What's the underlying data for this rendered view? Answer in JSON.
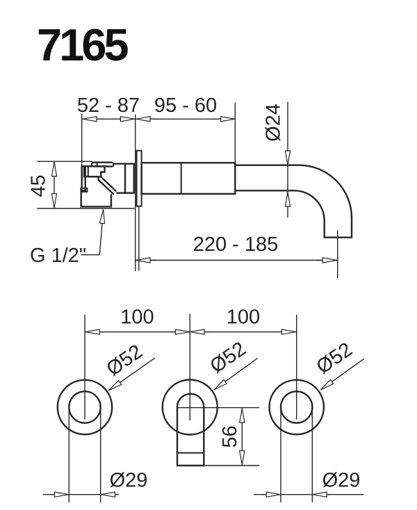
{
  "title": "7165",
  "side_view": {
    "dims": {
      "offset_left": "52 - 87",
      "offset_right": "95 - 60",
      "spout_diameter": "Ø24",
      "body_height": "45",
      "spout_reach": "220 - 185",
      "thread": "G 1/2\""
    }
  },
  "front_view": {
    "dims": {
      "spacing_left": "100",
      "spacing_right": "100",
      "flange_diameter_left": "Ø52",
      "flange_diameter_middle": "Ø52",
      "flange_diameter_right": "Ø52",
      "spout_drop": "56",
      "hole_diameter_left": "Ø29",
      "hole_diameter_right": "Ø29"
    }
  }
}
